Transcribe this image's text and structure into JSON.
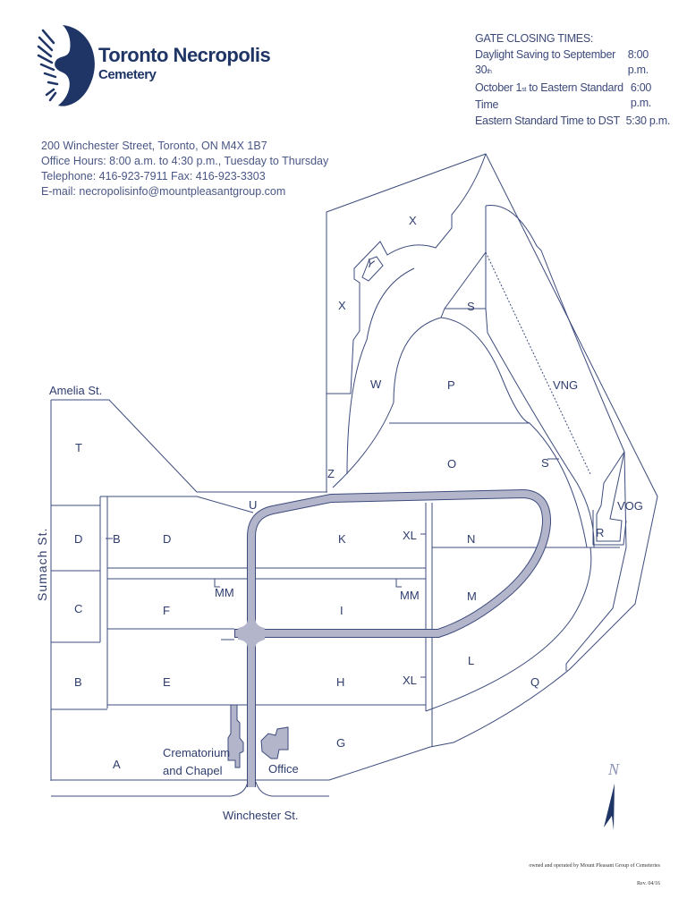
{
  "header": {
    "brand_line1": "Toronto Necropolis",
    "brand_line2": "Cemetery",
    "address": "200 Winchester Street, Toronto, ON M4X 1B7",
    "office_hours": "Office Hours: 8:00 a.m. to 4:30 p.m., Tuesday to Thursday",
    "phone_fax": "Telephone: 416-923-7911  Fax: 416-923-3303",
    "email": "E-mail: necropolisinfo@mountpleasantgroup.com"
  },
  "gate_closing": {
    "title": "GATE CLOSING TIMES:",
    "rows": [
      {
        "period": "Daylight Saving to September 30",
        "sup": "th",
        "period_rest": "",
        "time": "8:00 p.m."
      },
      {
        "period": "October 1",
        "sup": "st",
        "period_rest": " to Eastern Standard Time",
        "time": "6:00 p.m."
      },
      {
        "period": "Eastern Standard Time to DST",
        "sup": "",
        "period_rest": "",
        "time": "5:30 p.m."
      }
    ]
  },
  "streets": {
    "amelia": "Amelia St.",
    "sumach": "Sumach St.",
    "winchester": "Winchester St."
  },
  "sections": [
    "X",
    "Y",
    "X",
    "S",
    "W",
    "P",
    "VNG",
    "T",
    "O",
    "S",
    "Z",
    "U",
    "VOG",
    "D",
    "B",
    "D",
    "K",
    "XL",
    "N",
    "R",
    "MM",
    "MM",
    "M",
    "C",
    "F",
    "I",
    "L",
    "B",
    "E",
    "H",
    "XL",
    "Q",
    "G",
    "A"
  ],
  "buildings": {
    "crematorium_1": "Crematorium",
    "crematorium_2": "and Chapel",
    "office": "Office"
  },
  "north_label": "N",
  "footer": {
    "owner": "owned and operated by Mount Pleasant Group of Cemeteries",
    "revision": "Rev. 04/16"
  },
  "colors": {
    "ink": "#2f3d6e",
    "road": "#b3b5cb",
    "brand": "#1f3566"
  }
}
